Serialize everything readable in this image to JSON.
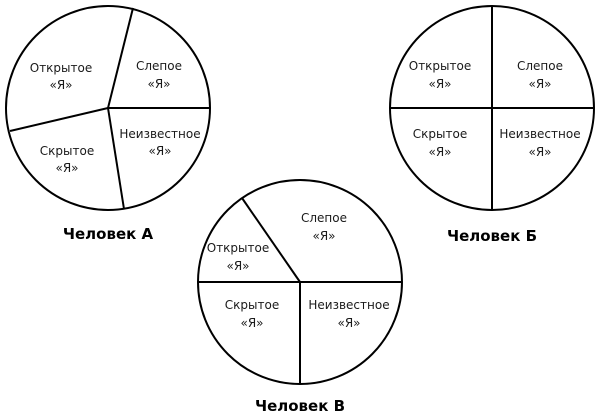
{
  "diagrams": [
    {
      "id": "a",
      "person_label": "Человек А",
      "sectors": {
        "open": [
          "Открытое",
          "«Я»"
        ],
        "blind": [
          "Слепое",
          "«Я»"
        ],
        "hidden": [
          "Скрытое",
          "«Я»"
        ],
        "unknown": [
          "Неизвестное",
          "«Я»"
        ]
      }
    },
    {
      "id": "b",
      "person_label": "Человек Б",
      "sectors": {
        "open": [
          "Открытое",
          "«Я»"
        ],
        "blind": [
          "Слепое",
          "«Я»"
        ],
        "hidden": [
          "Скрытое",
          "«Я»"
        ],
        "unknown": [
          "Неизвестное",
          "«Я»"
        ]
      }
    },
    {
      "id": "c",
      "person_label": "Человек В",
      "sectors": {
        "open": [
          "Открытое",
          "«Я»"
        ],
        "blind": [
          "Слепое",
          "«Я»"
        ],
        "hidden": [
          "Скрытое",
          "«Я»"
        ],
        "unknown": [
          "Неизвестное",
          "«Я»"
        ]
      }
    }
  ]
}
